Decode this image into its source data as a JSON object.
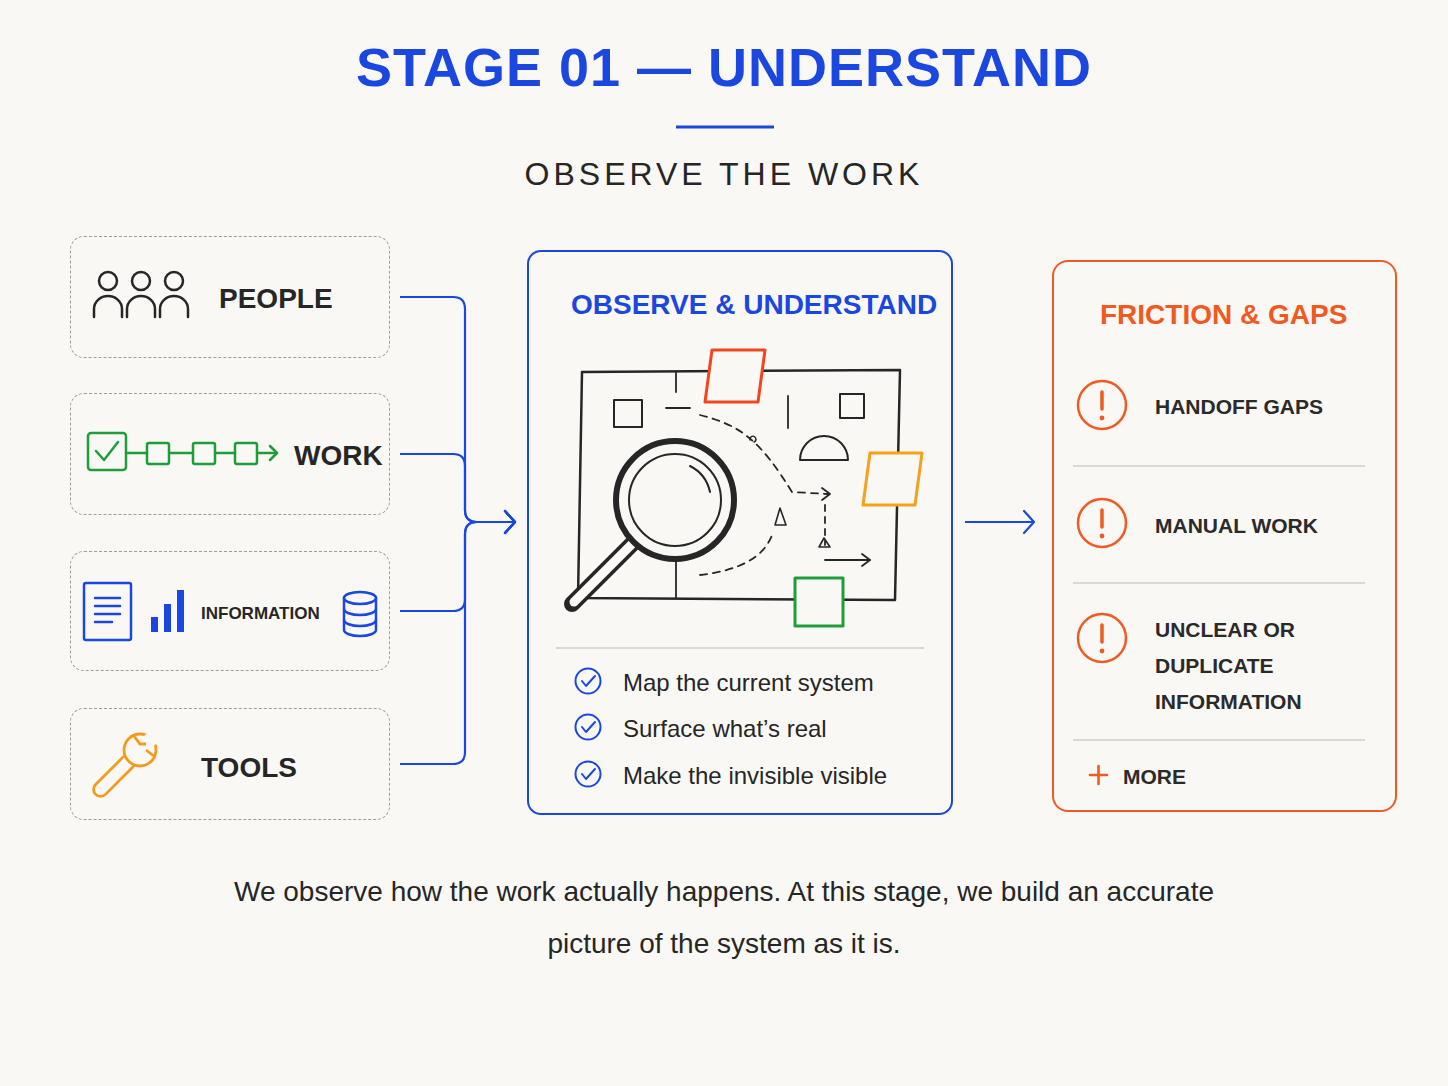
{
  "diagram": {
    "title": "STAGE 01 — UNDERSTAND",
    "caption": "We observe how the work actually happens. At this stage, we build an accurate picture of the system as it is.",
    "nodes": [
      {
        "text": [
          "PEOPLE"
        ]
      },
      {
        "text": [
          "WORK"
        ]
      },
      {
        "text": [
          "INFORMATION"
        ]
      },
      {
        "text": [
          "TOOLS"
        ]
      },
      {
        "text": [
          "OBSERVE & UNDERSTAND",
          "Map the current system",
          "Surface what’s real",
          "Make the invisible visible"
        ]
      },
      {
        "text": [
          "FRICTION & GAPS",
          "HANDOFF GAPS",
          "MANUAL WORK",
          "UNCLEAR OR DUPLICATE INFORMATION",
          "MORE"
        ]
      }
    ],
    "edges": [
      {
        "from": 0,
        "to": 4,
        "arrow": "to"
      },
      {
        "from": 1,
        "to": 4,
        "arrow": "to"
      },
      {
        "from": 2,
        "to": 4,
        "arrow": "to"
      },
      {
        "from": 3,
        "to": 4,
        "arrow": "to"
      },
      {
        "from": 4,
        "to": 5,
        "arrow": "to"
      }
    ],
    "labels": [
      "OBSERVE THE WORK"
    ]
  }
}
